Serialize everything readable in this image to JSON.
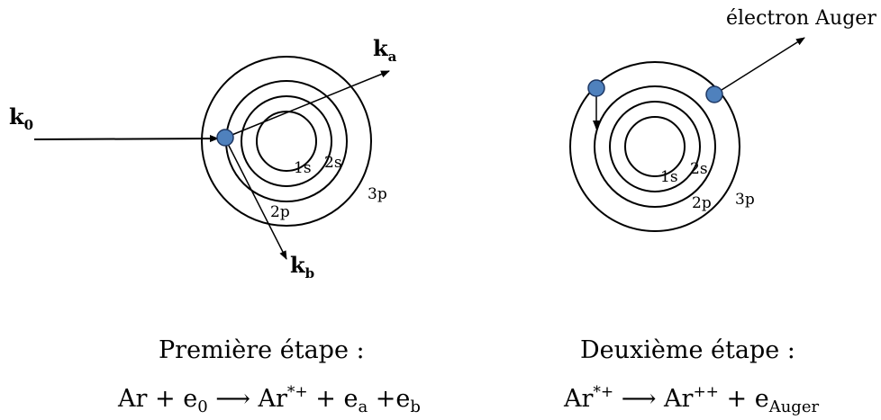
{
  "left_diagram": {
    "shell_labels": [
      "1s",
      "2s",
      "2p",
      "3p"
    ],
    "incident": {
      "k": "k",
      "sub": "0"
    },
    "scattered_a": {
      "k": "k",
      "sub": "a"
    },
    "scattered_b": {
      "k": "k",
      "sub": "b"
    }
  },
  "right_diagram": {
    "shell_labels": [
      "1s",
      "2s",
      "2p",
      "3p"
    ],
    "auger_label": "électron Auger"
  },
  "steps": {
    "first": {
      "title": "Première étape :",
      "eq": {
        "ar": "Ar",
        "plus1": " + e",
        "e0_sub": "0",
        "arrow": " ⟶ Ar",
        "ion_sup": "*+",
        "plus2": " + e",
        "ea_sub": "a",
        "plus3": " +e",
        "eb_sub": "b"
      }
    },
    "second": {
      "title": "Deuxième étape :",
      "eq": {
        "ar": "Ar",
        "ion_sup": "*+",
        "arrow": " ⟶ Ar",
        "ion2_sup": "++",
        "plus": " + e",
        "auger_sub": "Auger"
      }
    }
  },
  "colors": {
    "electron_fill": "#4f81bd",
    "electron_stroke": "#1f3864",
    "line": "#000000"
  }
}
